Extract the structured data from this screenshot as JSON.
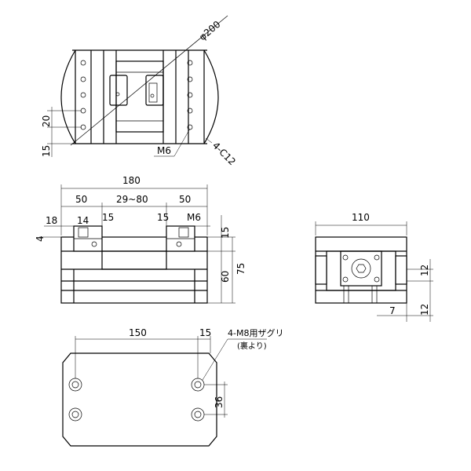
{
  "top_view": {
    "diameter": "φ200",
    "dim_20": "20",
    "dim_15": "15",
    "thread": "M6",
    "chamfer": "4-C12"
  },
  "front_view": {
    "width": "180",
    "left_50": "50",
    "range": "29~80",
    "right_50": "50",
    "dim_18": "18",
    "dim_14": "14",
    "dim_15a": "15",
    "dim_15b": "15",
    "thread": "M6",
    "dim_4": "4",
    "dim_15_side": "15",
    "dim_60": "60",
    "dim_75": "75"
  },
  "side_view": {
    "width": "110",
    "dim_12a": "12",
    "dim_7": "7",
    "dim_12b": "12"
  },
  "bottom_view": {
    "width": "150",
    "dim_15": "15",
    "dim_36": "36",
    "note_line1": "4-M8用ザグリ",
    "note_line2": "(裏より)"
  }
}
